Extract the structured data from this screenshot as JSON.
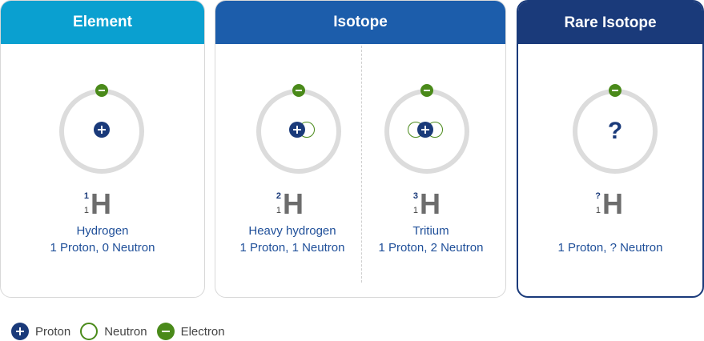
{
  "columns": {
    "element": {
      "header": "Element"
    },
    "isotope": {
      "header": "Isotope"
    },
    "rare": {
      "header": "Rare Isotope"
    }
  },
  "atoms": [
    {
      "mass": "1",
      "atomic": "1",
      "symbol": "H",
      "name": "Hydrogen",
      "composition": "1 Proton, 0 Neutron"
    },
    {
      "mass": "2",
      "atomic": "1",
      "symbol": "H",
      "name": "Heavy hydrogen",
      "composition": "1 Proton, 1 Neutron"
    },
    {
      "mass": "3",
      "atomic": "1",
      "symbol": "H",
      "name": "Tritium",
      "composition": "1 Proton, 2 Neutron"
    },
    {
      "mass": "?",
      "atomic": "1",
      "symbol": "H",
      "name": "",
      "composition": "1 Proton, ? Neutron",
      "nucleus_label": "?"
    }
  ],
  "legend": {
    "proton": "Proton",
    "neutron": "Neutron",
    "electron": "Electron"
  },
  "colors": {
    "element_header": "#0aa0d0",
    "isotope_header": "#1c5dab",
    "rare_header": "#1a3a7a",
    "proton": "#1a3a7a",
    "neutron_outline": "#4a8a1a",
    "electron": "#4a8a1a",
    "orbit": "#dcdcdc",
    "text": "#1f4f99"
  }
}
